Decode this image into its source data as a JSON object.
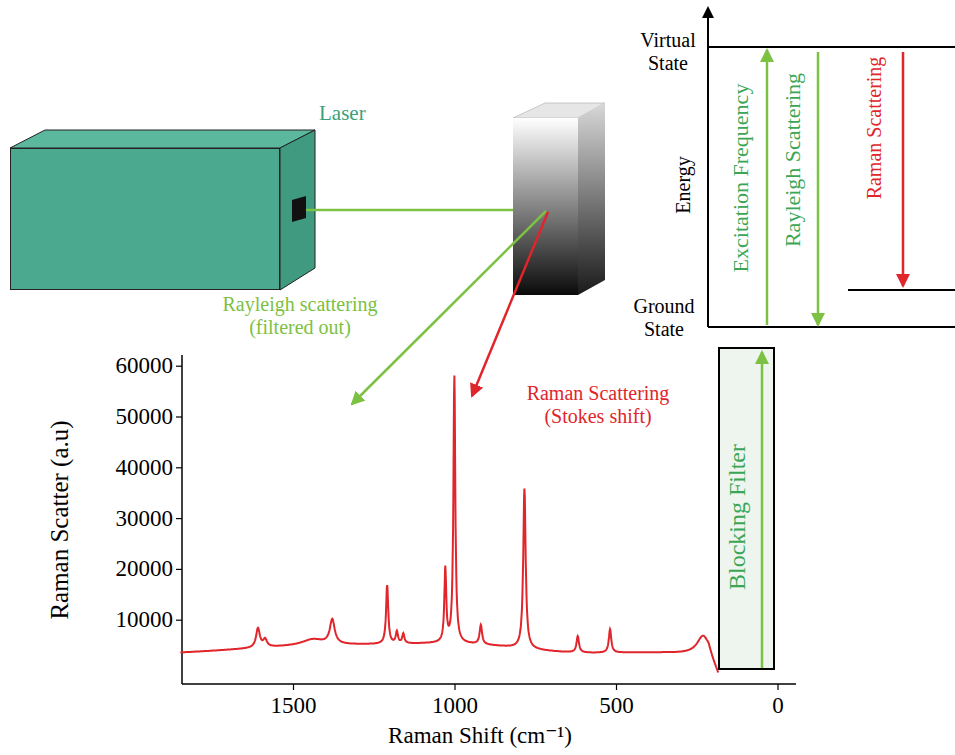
{
  "diagram": {
    "nodes": [
      {
        "text": [
          "Laser"
        ]
      },
      {
        "text": [
          "Blocking Filter"
        ]
      }
    ],
    "labels": [
      "Rayleigh scattering (filtered out)",
      "Raman Scattering (Stokes shift)",
      "Raman Scatter (a.u)",
      "60000",
      "50000",
      "40000",
      "30000",
      "20000",
      "10000",
      "1500",
      "1000",
      "500",
      "0",
      "Raman Shift (cm⁻¹)",
      "Virtual State",
      "Energy",
      "Ground State",
      "Excitation Frequency",
      "Rayleigh Scattering",
      "Raman Scattering"
    ]
  }
}
